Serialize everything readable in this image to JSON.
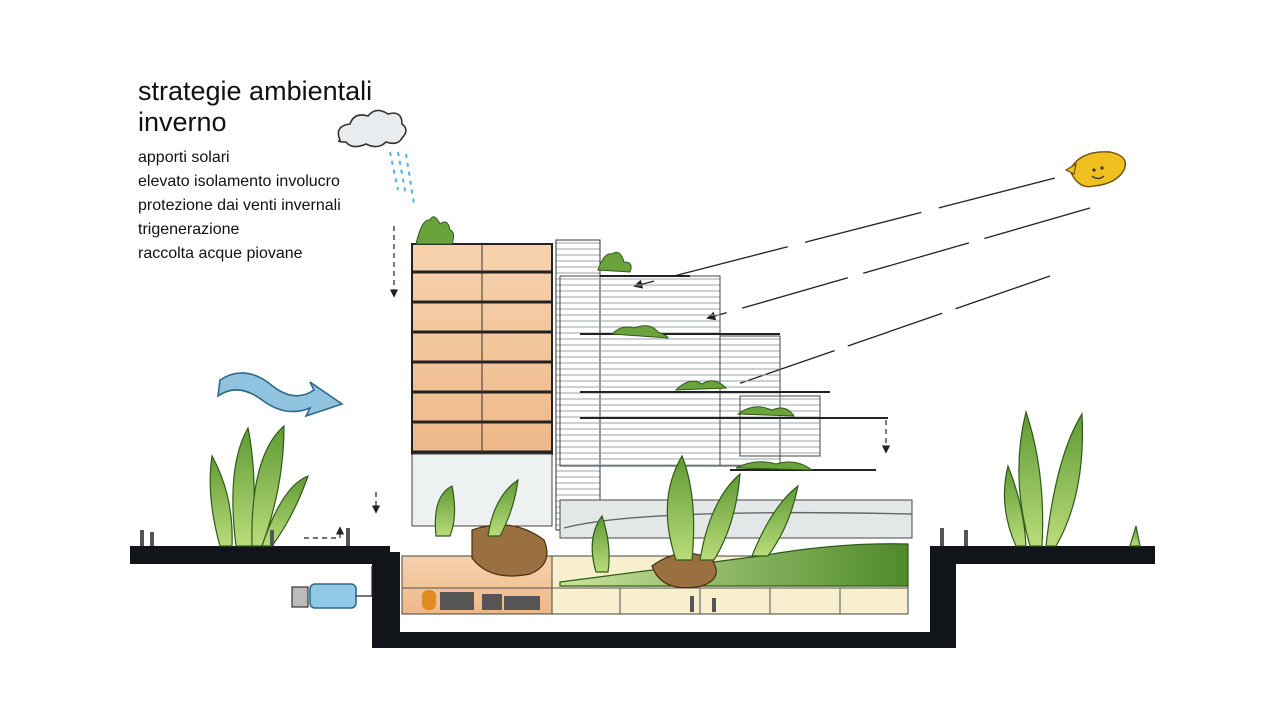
{
  "heading": {
    "line1": "strategie ambientali",
    "line2": "inverno"
  },
  "strategies": [
    "apporti solari",
    "elevato isolamento involucro",
    "protezione dai venti invernali",
    "trigenerazione",
    "raccolta acque piovane"
  ],
  "colors": {
    "ground": "#111418",
    "interior_warm": "#f3c79a",
    "vegetation": "#6aa23c",
    "vegetation_light": "#a9cf6c",
    "wind": "#5aa3c8",
    "rain": "#4fb3e0",
    "sun": "#f0c020",
    "soil": "#9a7040"
  },
  "icons": {
    "cloud": "rain-cloud-icon",
    "sun": "smiling-sun-icon",
    "wind": "wind-arrow-icon",
    "tank": "rainwater-tank-icon"
  }
}
